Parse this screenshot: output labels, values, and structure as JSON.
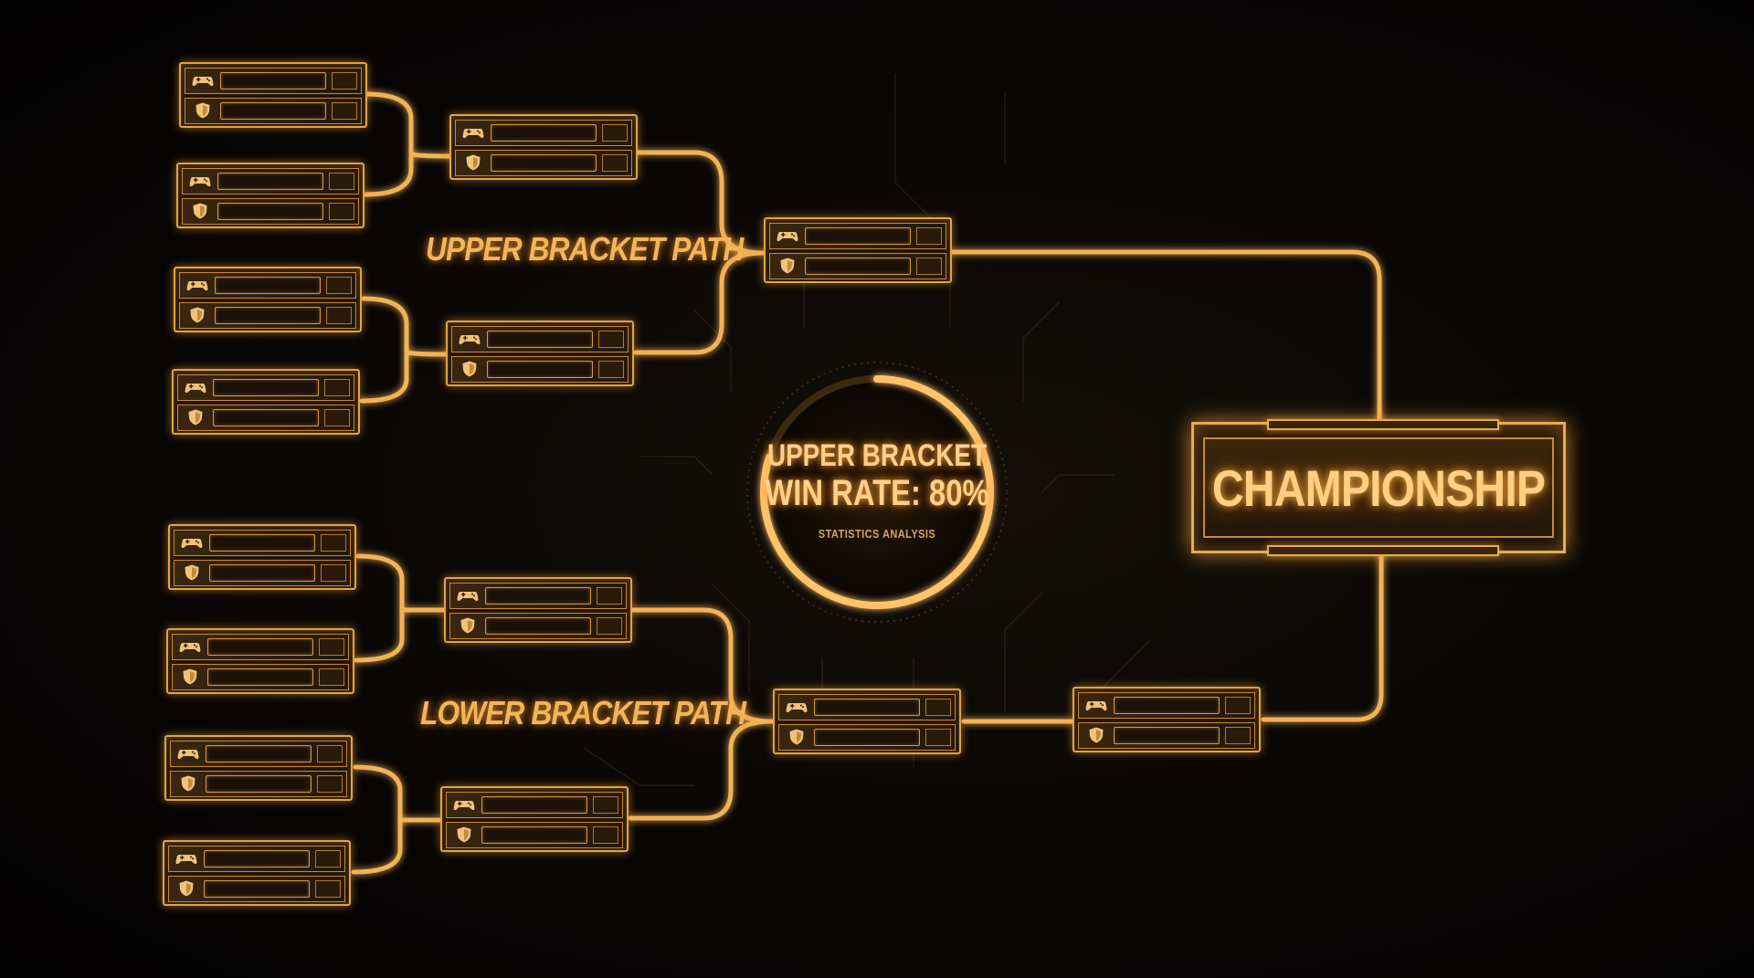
{
  "labels": {
    "upper_path": "UPPER BRACKET PATH",
    "lower_path": "LOWER BRACKET PATH",
    "championship": "CHAMPIONSHIP"
  },
  "stat": {
    "line1": "UPPER BRACKET",
    "line2": "WIN RATE: 80%",
    "subtitle": "STATISTICS ANALYSIS",
    "win_rate_fraction": 0.8
  },
  "icons": {
    "slot_top": "gamepad-icon",
    "slot_bottom": "shield-icon"
  },
  "colors": {
    "accent": "#e9ac4e",
    "glow": "#ffb347",
    "background": "#050302"
  }
}
